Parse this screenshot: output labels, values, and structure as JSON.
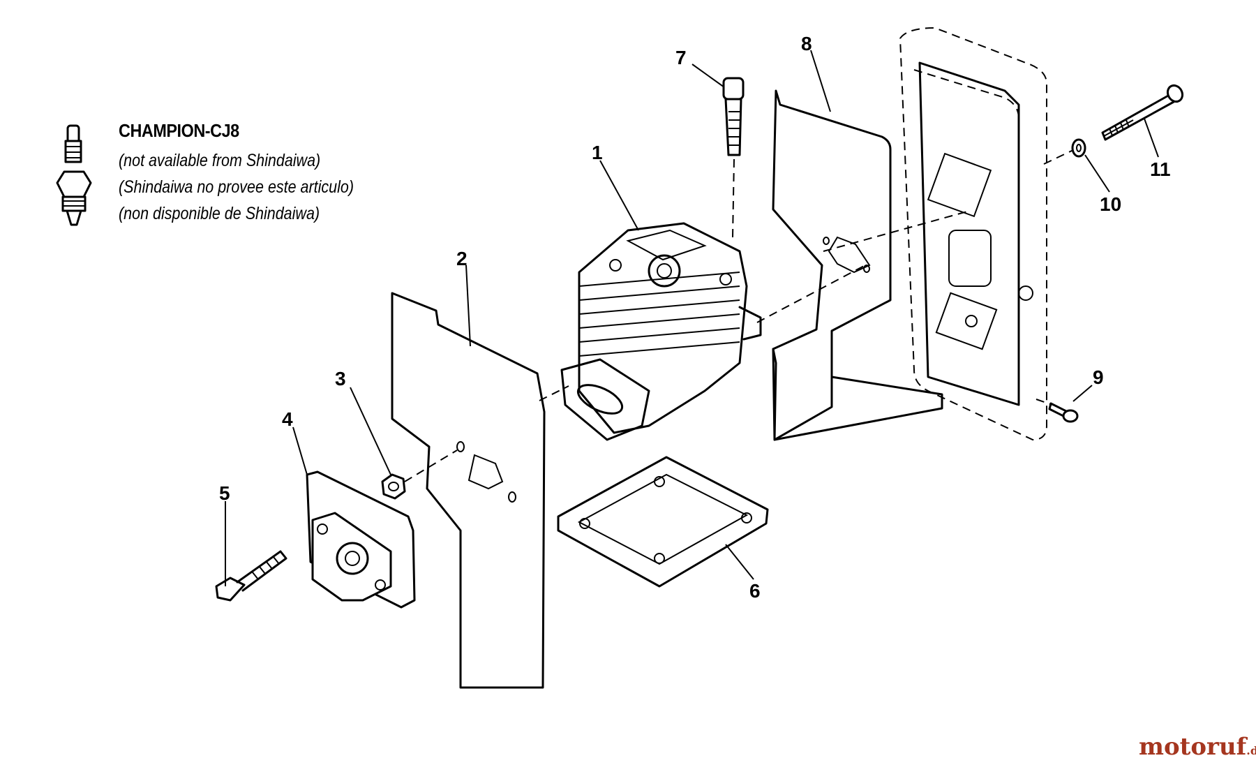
{
  "note": {
    "title": "CHAMPION-CJ8",
    "lines": [
      "(not available from Shindaiwa)",
      "(Shindaiwa no provee este articulo)",
      "(non disponible de Shindaiwa)"
    ]
  },
  "callouts": [
    "1",
    "2",
    "3",
    "4",
    "5",
    "6",
    "7",
    "8",
    "9",
    "10",
    "11"
  ],
  "watermark": {
    "brand": "motoruf",
    "domain": ".de"
  }
}
